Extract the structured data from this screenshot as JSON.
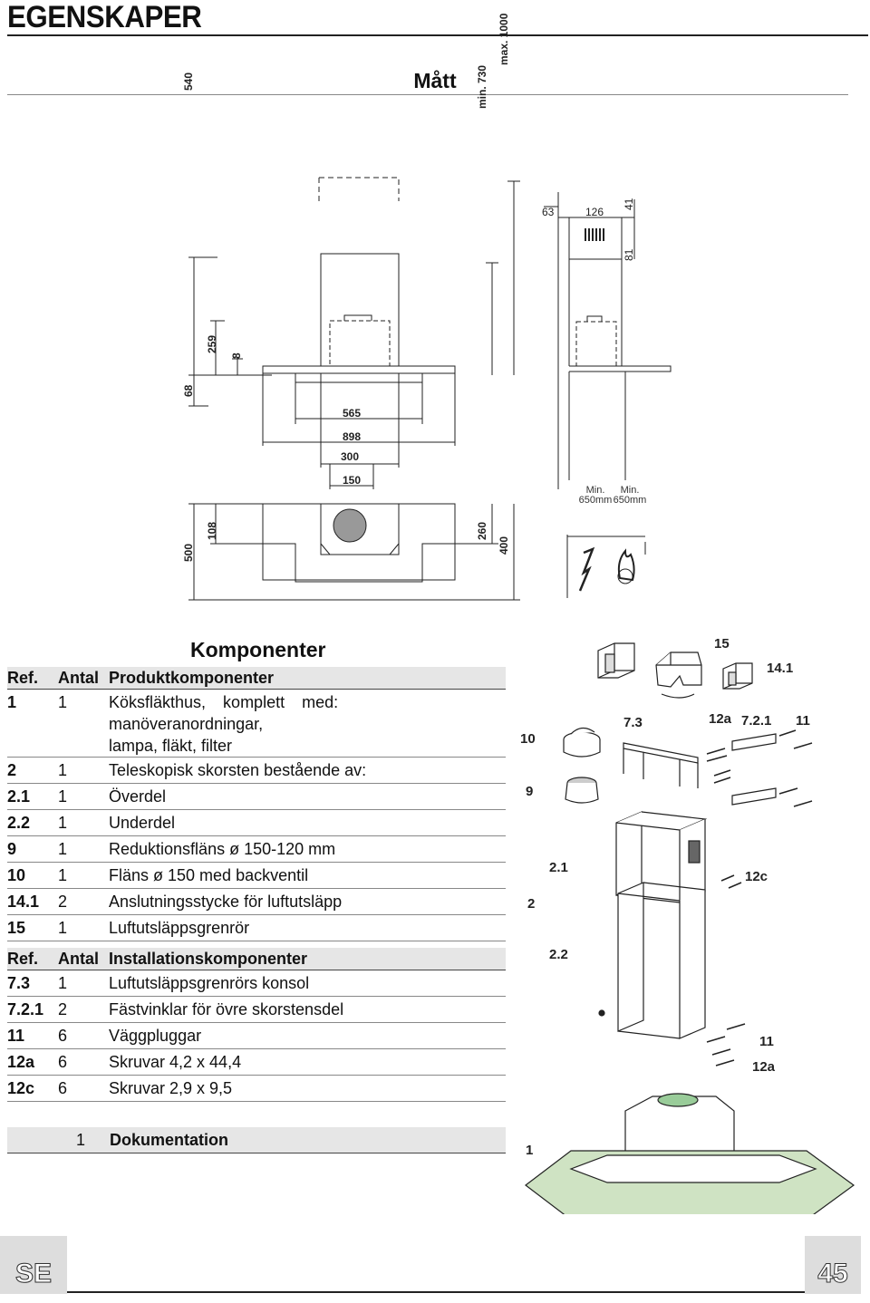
{
  "header": {
    "title": "EGENSKAPER",
    "subtitle": "Mått"
  },
  "dimensions": {
    "d540": "540",
    "d259": "259",
    "d8": "8",
    "d68": "68",
    "min730": "min. 730",
    "max1000": "max. 1000",
    "d565": "565",
    "d898": "898",
    "d300": "300",
    "d150": "150",
    "d500": "500",
    "d108": "108",
    "d260": "260",
    "d400": "400",
    "d63": "63",
    "d126": "126",
    "d41": "41",
    "d81": "81",
    "min_label": "Min.",
    "min_value": "650mm"
  },
  "components": {
    "title": "Komponenter",
    "header": {
      "ref": "Ref.",
      "qty": "Antal",
      "name": "Produktkomponenter"
    },
    "rows": [
      {
        "ref": "1",
        "qty": "1",
        "name_a": "Köksfläkthus, komplett med: manöveranordningar,",
        "name_b": "lampa, fläkt, filter"
      },
      {
        "ref": "2",
        "qty": "1",
        "name": "Teleskopisk skorsten bestående av:"
      },
      {
        "ref": "2.1",
        "qty": "1",
        "name": "Överdel"
      },
      {
        "ref": "2.2",
        "qty": "1",
        "name": "Underdel"
      },
      {
        "ref": "9",
        "qty": "1",
        "name": "Reduktionsfläns ø 150-120 mm"
      },
      {
        "ref": "10",
        "qty": "1",
        "name": "Fläns ø 150 med backventil"
      },
      {
        "ref": "14.1",
        "qty": "2",
        "name": "Anslutningsstycke för luftutsläpp"
      },
      {
        "ref": "15",
        "qty": "1",
        "name": "Luftutsläppsgrenrör"
      }
    ]
  },
  "installation": {
    "header": {
      "ref": "Ref.",
      "qty": "Antal",
      "name": "Installationskomponenter"
    },
    "rows": [
      {
        "ref": "7.3",
        "qty": "1",
        "name": "Luftutsläppsgrenrörs konsol"
      },
      {
        "ref": "7.2.1",
        "qty": "2",
        "name": "Fästvinklar för övre skorstensdel"
      },
      {
        "ref": "11",
        "qty": "6",
        "name": "Väggpluggar"
      },
      {
        "ref": "12a",
        "qty": "6",
        "name": "Skruvar 4,2 x 44,4"
      },
      {
        "ref": "12c",
        "qty": "6",
        "name": "Skruvar 2,9 x 9,5"
      }
    ]
  },
  "documentation": {
    "qty": "1",
    "name": "Dokumentation"
  },
  "exploded_labels": {
    "l15": "15",
    "l14_1": "14.1",
    "l7_3": "7.3",
    "l12a": "12a",
    "l7_2_1": "7.2.1",
    "l11": "11",
    "l10": "10",
    "l9": "9",
    "l2_1": "2.1",
    "l12c": "12c",
    "l2": "2",
    "l2_2": "2.2",
    "l11b": "11",
    "l12a_b": "12a",
    "l1": "1"
  },
  "footer": {
    "lang": "SE",
    "page": "45"
  }
}
